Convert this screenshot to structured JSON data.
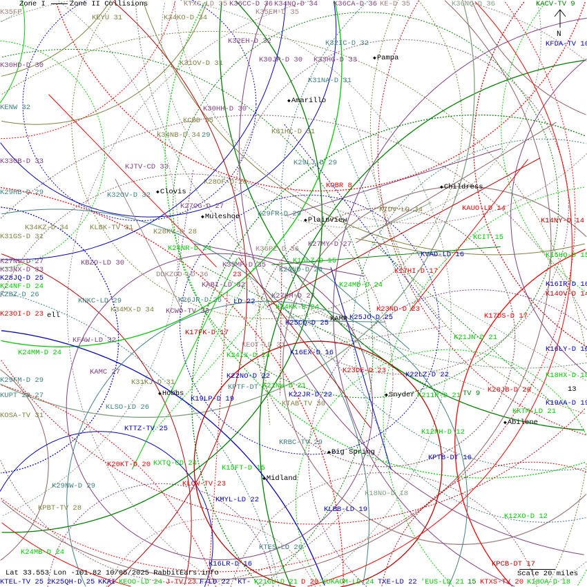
{
  "legend": {
    "zone1": "Zone I",
    "zone2": "Zone II",
    "collisions": "Collisions"
  },
  "status": "Lat 33.553 Lon -101.82 10/05/2025 RabbitEars.info",
  "scale_label": "Scale 20 miles",
  "north_label": "N",
  "colors": {
    "r": "#ff0000",
    "dr": "#c00000",
    "b": "#0000cc",
    "g": "#00cc00",
    "dg": "#008000",
    "o": "#808040",
    "p": "#804080",
    "t": "#408080",
    "rg": "#a08080",
    "gg": "#80a080",
    "k": "#000000"
  },
  "cities": [
    "Pampa",
    "Amarillo",
    "Childress",
    "Clovis",
    "Muleshoe",
    "Plainview",
    "Snyder",
    "Hobbs",
    "Abilene",
    "Big Spring",
    "Midland"
  ],
  "stations": [
    [
      "K35FP",
      "rg"
    ],
    [
      "KTXC-LD 35",
      "rg"
    ],
    [
      "K36CC-D 36",
      "p"
    ],
    [
      "K34NQ-D 34",
      "p"
    ],
    [
      "K36CA-D 36",
      "p"
    ],
    [
      "KE-D 35",
      "rg"
    ],
    [
      "K36NQ-D 36",
      "gg"
    ],
    [
      "KACV-TV 9",
      "dg"
    ],
    [
      "KEYU 31",
      "o"
    ],
    [
      "K35EM-D 35",
      "rg"
    ],
    [
      "K34KO-D 34",
      "o"
    ],
    [
      "K32EH-D 32",
      "p"
    ],
    [
      "K32IC-D 32",
      "t"
    ],
    [
      "KFDA-TV 10",
      "b"
    ],
    [
      "K30HD-D 30",
      "p"
    ],
    [
      "K31OV-D 31",
      "o"
    ],
    [
      "K30JP-D 30",
      "p"
    ],
    [
      "K33HG-D 33",
      "p"
    ],
    [
      "K31NA-D 31",
      "t"
    ],
    [
      "KENW 32",
      "t"
    ],
    [
      "K30HH-D 30",
      "p"
    ],
    [
      "KCBD 35",
      "o"
    ],
    [
      "K31HC-D 31",
      "o"
    ],
    [
      "K34NB-D 34",
      "o"
    ],
    [
      "29",
      "t"
    ],
    [
      "K33OB-D 33",
      "p"
    ],
    [
      "KJTV-CD 33",
      "p"
    ],
    [
      "K29LJ-D 29",
      "t"
    ],
    [
      "K28OF-D 28",
      "o"
    ],
    [
      "KOBR 8",
      "r"
    ],
    [
      "K29HB-D 29",
      "t"
    ],
    [
      "K32OV-D 32",
      "t"
    ],
    [
      "K27OG-D 27",
      "p"
    ],
    [
      "KAUO-LD 14",
      "r"
    ],
    [
      "K29FR-D 29",
      "t"
    ],
    [
      "KIDV-LD 34",
      "o"
    ],
    [
      "K14NY-D 14",
      "dr"
    ],
    [
      "K34KZ-D 34",
      "o"
    ],
    [
      "KLBK-TV 31",
      "o"
    ],
    [
      "K31GS-D 31",
      "o"
    ],
    [
      "K28KV-D 28",
      "o"
    ],
    [
      "KCIT 15",
      "g"
    ],
    [
      "K24NR-D 24",
      "g"
    ],
    [
      "K36PZ-D 36",
      "rg"
    ],
    [
      "K27MY-D 27",
      "p"
    ],
    [
      "KVAD-LD 16",
      "b"
    ],
    [
      "K15HQ-D 15",
      "g"
    ],
    [
      "K27NL-D 27",
      "p"
    ],
    [
      "KBZO-LD 30",
      "p"
    ],
    [
      "K35MF-D 35",
      "p"
    ],
    [
      "K15LZ-D 15",
      "g"
    ],
    [
      "K33NX-D 33",
      "p"
    ],
    [
      "K26ND-D 26",
      "t"
    ],
    [
      "K17HI-D 17",
      "r"
    ],
    [
      "K28JQ-D 25",
      "b"
    ],
    [
      "DDKZOD-LD 36",
      "rg"
    ],
    [
      "23",
      "r"
    ],
    [
      "K16IR-D 16",
      "b"
    ],
    [
      "K24NF-D 24",
      "g"
    ],
    [
      "KABI-LD 32",
      "p"
    ],
    [
      "K24MD-D 24",
      "g"
    ],
    [
      "K14OV-D 14",
      "dr"
    ],
    [
      "KZBZ-D 26",
      "t"
    ],
    [
      "KNKC-LD 29",
      "t"
    ],
    [
      "K26JR-D 26",
      "t"
    ],
    [
      "LD 22",
      "b"
    ],
    [
      "K27HM-D 27",
      "p"
    ],
    [
      "K24KK-D 24",
      "g"
    ],
    [
      "K23ND-D 23",
      "r"
    ],
    [
      "K23OI-D 23",
      "r"
    ],
    [
      "ell",
      "k"
    ],
    [
      "K34MX-D 34",
      "o"
    ],
    [
      "KCWO-TV 33",
      "p"
    ],
    [
      "K25CQ-D 25",
      "b"
    ],
    [
      "KAMR",
      "k"
    ],
    [
      "K25JO-D 25",
      "b"
    ],
    [
      "K17DS-D 17",
      "r"
    ],
    [
      "K17FK-D 17",
      "dr"
    ],
    [
      "K21JN-D 21",
      "g"
    ],
    [
      "KFAW-LD 32",
      "p"
    ],
    [
      "KEOT-LD 31",
      "rg"
    ],
    [
      "K24MM-D 24",
      "g"
    ],
    [
      "K24IX-D 24",
      "g"
    ],
    [
      "K16EX-D 16",
      "b"
    ],
    [
      "K16LY-D 16",
      "b"
    ],
    [
      "KAMC 27",
      "p"
    ],
    [
      "K23DE-D 23",
      "r"
    ],
    [
      "K22LZ-D 22",
      "b"
    ],
    [
      "K18HX-D 18",
      "g"
    ],
    [
      "K22NO-D 22",
      "b"
    ],
    [
      "K29FM-D 29",
      "t"
    ],
    [
      "K31KJ-D 31",
      "o"
    ],
    [
      "K21NW-D 21",
      "g"
    ],
    [
      "KPTF-DT",
      "t"
    ],
    [
      "K22JR-D 22",
      "b"
    ],
    [
      "K211R-D 21",
      "g"
    ],
    [
      "TV 9",
      "dg"
    ],
    [
      "K20JB-D 20",
      "r"
    ],
    [
      "13",
      "k"
    ],
    [
      "KUPT 29 27",
      "t"
    ],
    [
      "K19LP-D 19",
      "b"
    ],
    [
      "KTAB-TV 30",
      "o"
    ],
    [
      "KKTM-LD 21",
      "g"
    ],
    [
      "K19AA-D 19",
      "b"
    ],
    [
      "KOSA-TV 31",
      "o"
    ],
    [
      "KLSO-LD 26",
      "t"
    ],
    [
      "KTTZ-TV 25",
      "b"
    ],
    [
      "K12NH-D 12",
      "g"
    ],
    [
      "KRBC-TV 29",
      "t"
    ],
    [
      "KPTB-DT 16",
      "b"
    ],
    [
      "K20KT-D 20",
      "r"
    ],
    [
      "KXTQ-CD 24",
      "g"
    ],
    [
      "K15FT-D 15",
      "g"
    ],
    [
      "KLCW-TV 23",
      "r"
    ],
    [
      "K29NW-D 29",
      "t"
    ],
    [
      "K18NO-D 18",
      "gg"
    ],
    [
      "KMYL-LD 22",
      "b"
    ],
    [
      "KPBT-TV 28",
      "o"
    ],
    [
      "KLBB-LD 19",
      "b"
    ],
    [
      "K12XO-D 12",
      "g"
    ],
    [
      "KTES-LD 26",
      "t"
    ],
    [
      "K24MB-D 24",
      "g"
    ],
    [
      "K16LR-D 16",
      "b"
    ],
    [
      "KPCB-DT 17",
      "dr"
    ],
    [
      "KTEL-TV 25",
      "b"
    ],
    [
      "2K25QH-D 25",
      "b"
    ],
    [
      "KKAI",
      "b"
    ],
    [
      "KEOO-LD 24",
      "g"
    ],
    [
      "J-TV 23",
      "r"
    ],
    [
      "F-LD 22",
      "b"
    ],
    [
      "'KT-",
      "b"
    ],
    [
      "K21GU-D 21",
      "g"
    ],
    [
      "D 20",
      "r"
    ],
    [
      "KUKAOM-LD 24",
      "g"
    ],
    [
      "TXE-LD 22",
      "b"
    ],
    [
      "'EUS-LD 21",
      "g"
    ],
    [
      "15",
      "dg"
    ],
    [
      "KTXS-TV 20",
      "r"
    ],
    [
      "K18OA-D 18",
      "g"
    ]
  ]
}
